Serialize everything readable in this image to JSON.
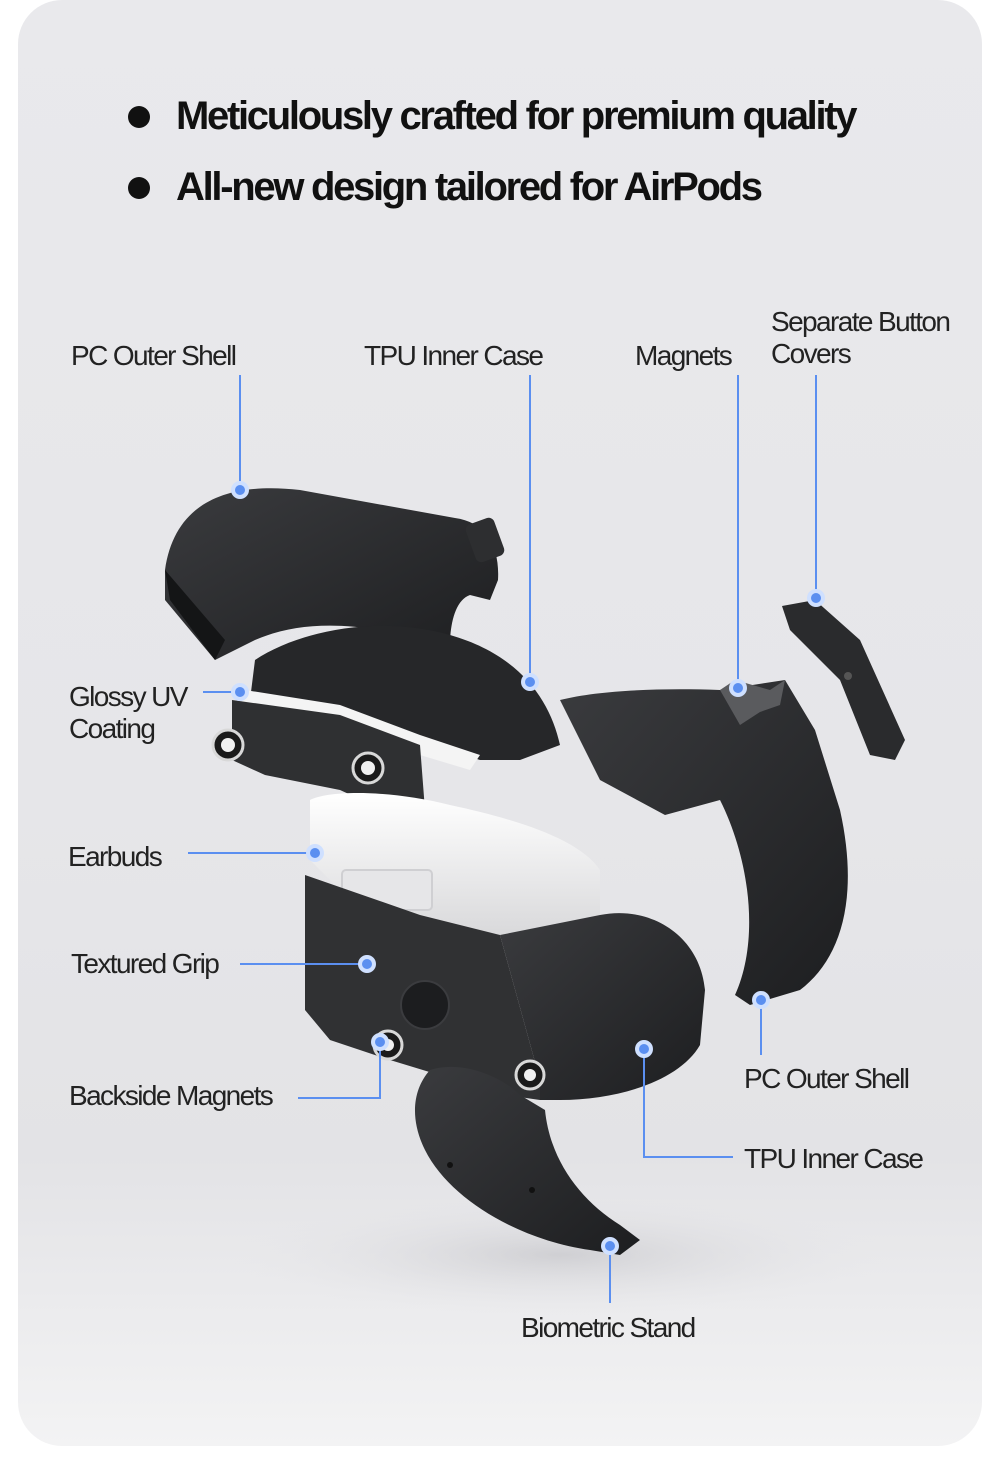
{
  "colors": {
    "background": "#e8e8eb",
    "accent_blue": "#5b8ff0",
    "text_dark": "#111111",
    "shell": "#2a2b2d",
    "earbuds_case": "#f2f2f2"
  },
  "headline": {
    "bullets": [
      "Meticulously crafted for premium quality",
      "All-new design tailored for AirPods"
    ]
  },
  "callouts": {
    "pc_outer_shell_top": "PC Outer Shell",
    "tpu_inner_case_top": "TPU Inner Case",
    "magnets": "Magnets",
    "separate_button_covers": "Separate Button\nCovers",
    "glossy_uv_coating": "Glossy UV\nCoating",
    "earbuds": "Earbuds",
    "textured_grip": "Textured Grip",
    "backside_magnets": "Backside Magnets",
    "pc_outer_shell_right": "PC Outer Shell",
    "tpu_inner_case_right": "TPU Inner Case",
    "biometric_stand": "Biometric Stand"
  },
  "icons": {
    "bullet": "filled-circle-icon",
    "callout_point": "blue-dot-icon"
  }
}
